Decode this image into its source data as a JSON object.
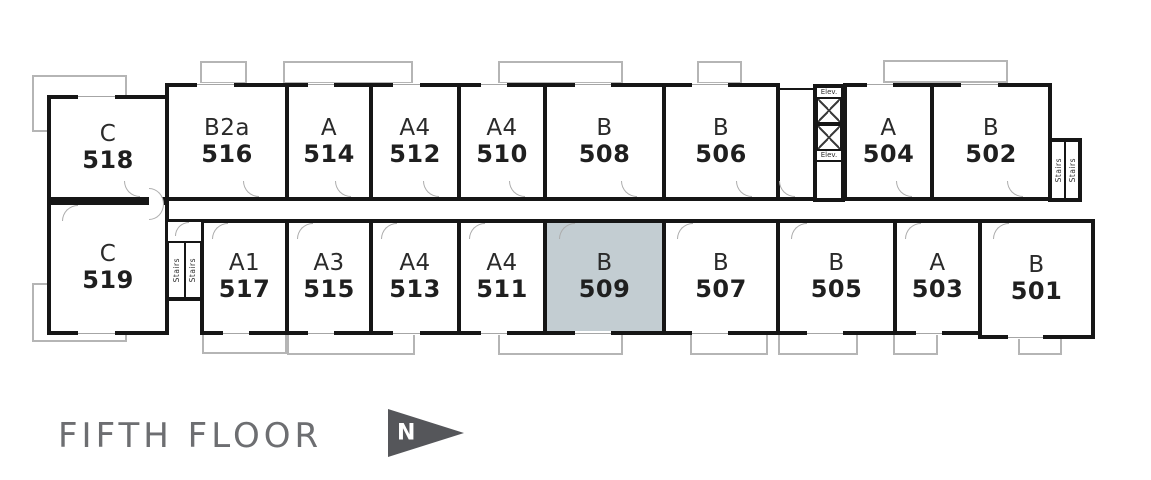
{
  "title": "FIFTH FLOOR",
  "compass": {
    "letter": "N"
  },
  "labels": {
    "stairs": "Stairs",
    "elevator": "Elev."
  },
  "highlighted_unit": {
    "type": "B",
    "number": "509"
  },
  "colors": {
    "wall": "#161616",
    "unit_text": "#2a2a2a",
    "highlight_fill": "#c3cdd2",
    "balcony_outline": "#b5b5b5",
    "door_arc": "#adadad",
    "title_text": "#6d6e71",
    "north_arrow_fill": "#55565a"
  },
  "units": {
    "top_row": [
      {
        "type": "C",
        "number": "518"
      },
      {
        "type": "B2a",
        "number": "516"
      },
      {
        "type": "A",
        "number": "514"
      },
      {
        "type": "A4",
        "number": "512"
      },
      {
        "type": "A4",
        "number": "510"
      },
      {
        "type": "B",
        "number": "508"
      },
      {
        "type": "B",
        "number": "506"
      },
      {
        "type": "A",
        "number": "504"
      },
      {
        "type": "B",
        "number": "502"
      }
    ],
    "bottom_row": [
      {
        "type": "C",
        "number": "519"
      },
      {
        "type": "A1",
        "number": "517"
      },
      {
        "type": "A3",
        "number": "515"
      },
      {
        "type": "A4",
        "number": "513"
      },
      {
        "type": "A4",
        "number": "511"
      },
      {
        "type": "B",
        "number": "509",
        "highlighted": true
      },
      {
        "type": "B",
        "number": "507"
      },
      {
        "type": "B",
        "number": "505"
      },
      {
        "type": "A",
        "number": "503"
      },
      {
        "type": "B",
        "number": "501"
      }
    ]
  }
}
